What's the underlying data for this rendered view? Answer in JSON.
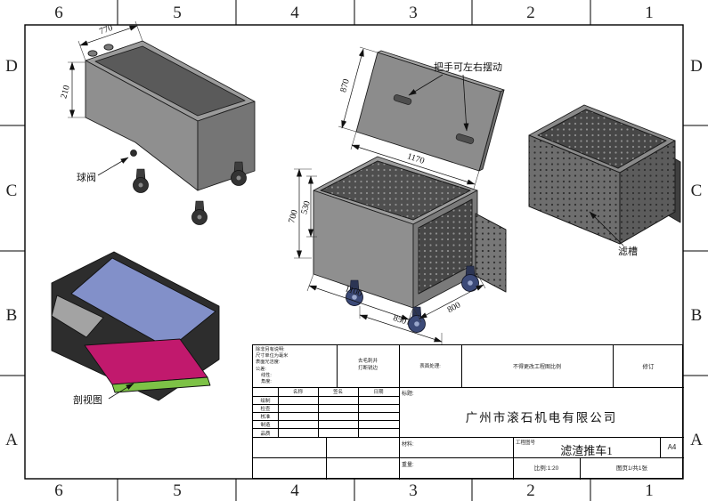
{
  "sheet": {
    "zone_columns": [
      "6",
      "5",
      "4",
      "3",
      "2",
      "1"
    ],
    "zone_rows": [
      "D",
      "C",
      "B",
      "A"
    ]
  },
  "annotations": {
    "ball_valve": "球阀",
    "handle_note": "把手可左右摆动",
    "filter_trough": "滤槽",
    "section_view": "剖视图"
  },
  "dimensions": {
    "cart_width": "770",
    "cart_drop": "210",
    "panel_height": "870",
    "panel_length": "1170",
    "body_height": "700",
    "inner_height": "530",
    "body_length": "1100",
    "base_length": "850",
    "body_width": "800"
  },
  "title_block": {
    "tolerance_note": [
      "除非另有说明:",
      "尺寸单位为毫米",
      "表面光洁度:",
      "公差:",
      "线性:",
      "角度:"
    ],
    "deburr_note": [
      "去毛刺并",
      "打断锐边"
    ],
    "finish_note": "表面处理:",
    "no_scale_note": "不得更改工程图比例",
    "revision_label": "修订",
    "sig_headers": [
      "名称",
      "签名",
      "日期"
    ],
    "sig_rows": [
      "绘制",
      "检查",
      "核准",
      "制造",
      "品质"
    ],
    "title_label": "标题:",
    "company": "广州市滚石机电有限公司",
    "material_label": "材料:",
    "weight_label": "重量:",
    "dwg_no_label": "工程图号",
    "drawing_number": "滤渣推车1",
    "paper_size": "A4",
    "scale": "比例:1:20",
    "sheet_info": "图页1/共1张"
  },
  "colors": {
    "body_gray": "#8f8f8f",
    "wheel_blue": "#3c4a78",
    "section_blue": "#8290c9",
    "section_magenta": "#c1196d",
    "section_green": "#7dc246"
  }
}
